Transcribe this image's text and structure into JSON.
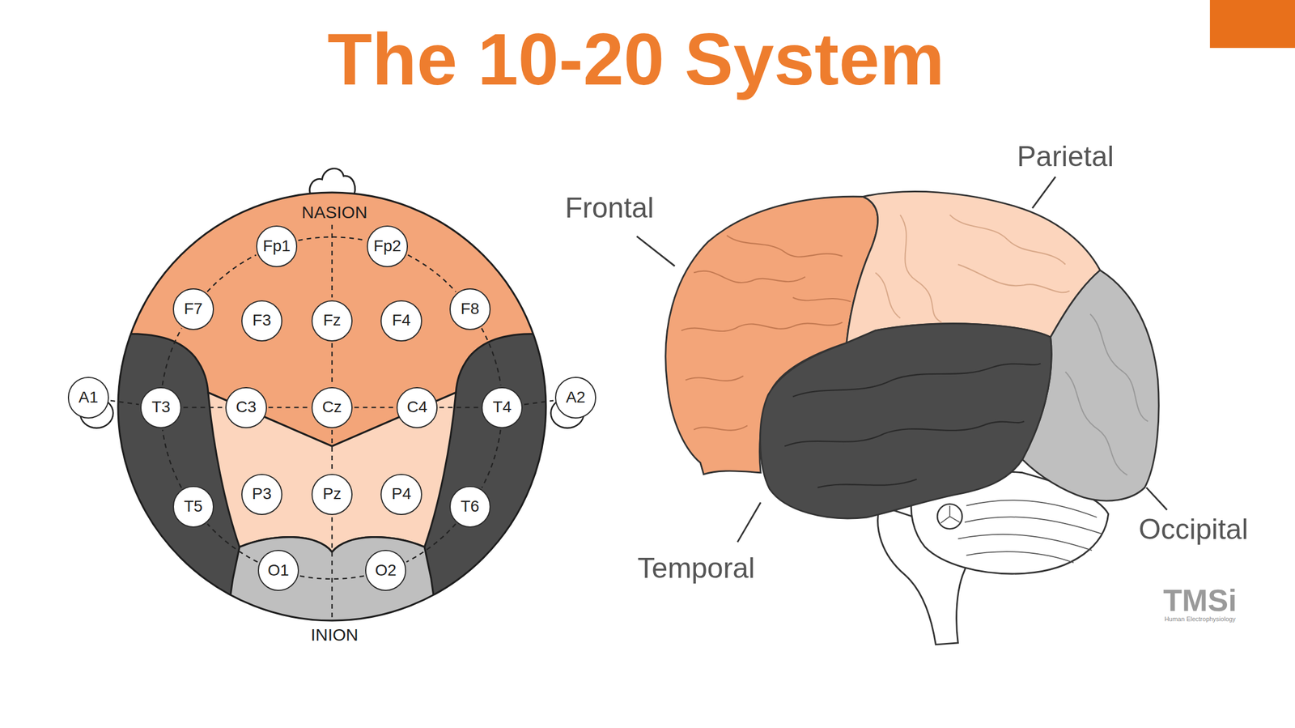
{
  "diagram": {
    "title": "The 10-20 System",
    "nodes": [
      {
        "text": [
          "Fp1"
        ]
      },
      {
        "text": [
          "Fp2"
        ]
      },
      {
        "text": [
          "F7"
        ]
      },
      {
        "text": [
          "F3"
        ]
      },
      {
        "text": [
          "Fz"
        ]
      },
      {
        "text": [
          "F4"
        ]
      },
      {
        "text": [
          "F8"
        ]
      },
      {
        "text": [
          "A1"
        ]
      },
      {
        "text": [
          "T3"
        ]
      },
      {
        "text": [
          "C3"
        ]
      },
      {
        "text": [
          "Cz"
        ]
      },
      {
        "text": [
          "C4"
        ]
      },
      {
        "text": [
          "T4"
        ]
      },
      {
        "text": [
          "A2"
        ]
      },
      {
        "text": [
          "T5"
        ]
      },
      {
        "text": [
          "P3"
        ]
      },
      {
        "text": [
          "Pz"
        ]
      },
      {
        "text": [
          "P4"
        ]
      },
      {
        "text": [
          "T6"
        ]
      },
      {
        "text": [
          "O1"
        ]
      },
      {
        "text": [
          "O2"
        ]
      }
    ],
    "edges": [
      {
        "from": 7,
        "to": 8,
        "arrow": "none"
      },
      {
        "from": 8,
        "to": 9,
        "arrow": "none"
      },
      {
        "from": 9,
        "to": 10,
        "arrow": "none"
      },
      {
        "from": 10,
        "to": 11,
        "arrow": "none"
      },
      {
        "from": 11,
        "to": 12,
        "arrow": "none"
      },
      {
        "from": 12,
        "to": 13,
        "arrow": "none"
      },
      {
        "from": 4,
        "to": 10,
        "arrow": "none"
      },
      {
        "from": 10,
        "to": 16,
        "arrow": "none"
      },
      {
        "from": 0,
        "to": 1,
        "arrow": "none"
      },
      {
        "from": 1,
        "to": 6,
        "arrow": "none"
      },
      {
        "from": 6,
        "to": 12,
        "arrow": "none"
      },
      {
        "from": 12,
        "to": 18,
        "arrow": "none"
      },
      {
        "from": 18,
        "to": 20,
        "arrow": "none"
      },
      {
        "from": 20,
        "to": 19,
        "arrow": "none"
      },
      {
        "from": 19,
        "to": 14,
        "arrow": "none"
      },
      {
        "from": 14,
        "to": 8,
        "arrow": "none"
      },
      {
        "from": 8,
        "to": 2,
        "arrow": "none"
      },
      {
        "from": 2,
        "to": 0,
        "arrow": "none"
      }
    ],
    "labels": [
      "NASION",
      "INION",
      "Frontal",
      "Parietal",
      "Temporal",
      "Occipital",
      "TMSi",
      "Human Electrophysiology"
    ]
  }
}
